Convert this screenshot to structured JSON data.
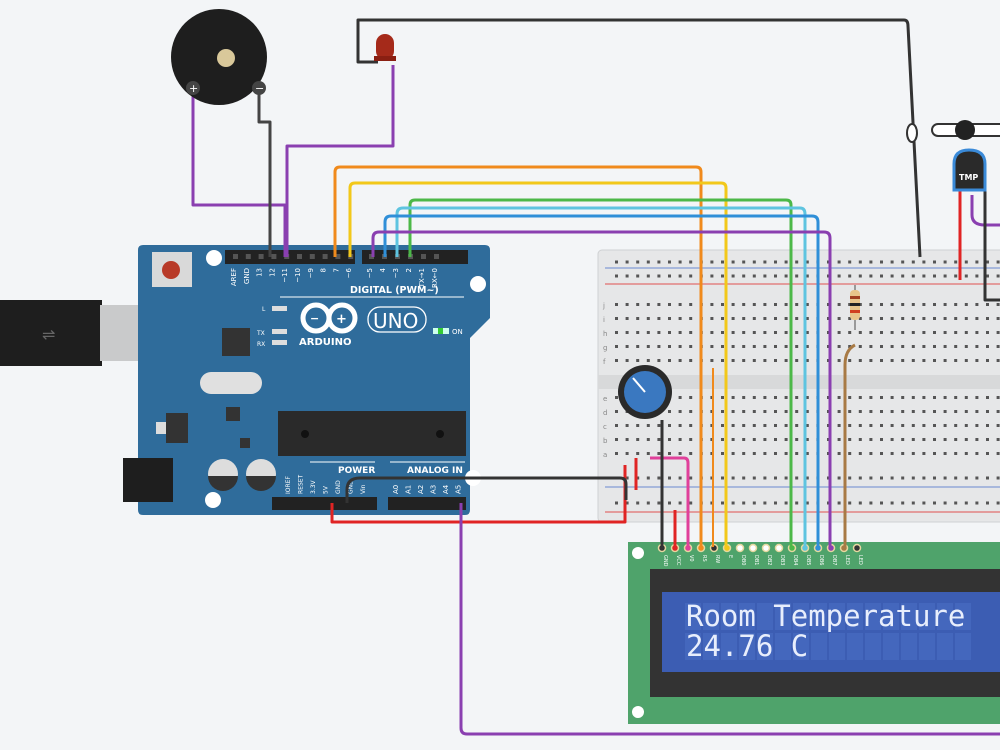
{
  "board": {
    "brand": "ARDUINO",
    "model": "UNO",
    "digital_label": "DIGITAL (PWM~)",
    "power_label": "POWER",
    "analog_label": "ANALOG IN",
    "on_label": "ON",
    "led_labels": [
      "L",
      "TX",
      "RX"
    ],
    "digital_pins": [
      "AREF",
      "GND",
      "13",
      "12",
      "~11",
      "~10",
      "~9",
      "8",
      "7",
      "~6",
      "~5",
      "4",
      "~3",
      "2",
      "TX→1",
      "RX←0"
    ],
    "power_pins": [
      "IOREF",
      "RESET",
      "3.3V",
      "5V",
      "GND",
      "GND",
      "Vin"
    ],
    "analog_pins": [
      "A0",
      "A1",
      "A2",
      "A3",
      "A4",
      "A5"
    ]
  },
  "buzzer": {
    "plus": "+",
    "minus": "−"
  },
  "sensor": {
    "label": "TMP"
  },
  "breadboard": {
    "rows": [
      "j",
      "i",
      "h",
      "g",
      "f",
      "e",
      "d",
      "c",
      "b",
      "a"
    ]
  },
  "lcd": {
    "line1": "Room Temperature",
    "line2": "24.76 C",
    "pins": [
      "GND",
      "VCC",
      "V0",
      "RS",
      "RW",
      "E",
      "DB0",
      "DB1",
      "DB2",
      "DB3",
      "DB4",
      "DB5",
      "DB6",
      "DB7",
      "LED",
      "LED"
    ]
  },
  "colors": {
    "board": "#2f6c9b",
    "lcd_pcb": "#4fa36b",
    "lcd_screen": "#3c5db3",
    "wire_orange": "#f08a1c",
    "wire_yellow": "#f2c81a",
    "wire_green": "#4cb848",
    "wire_lightblue": "#5ec4e0",
    "wire_blue": "#2f8fd8",
    "wire_purple": "#8a3fb0",
    "wire_red": "#e02424",
    "wire_black": "#333333"
  }
}
